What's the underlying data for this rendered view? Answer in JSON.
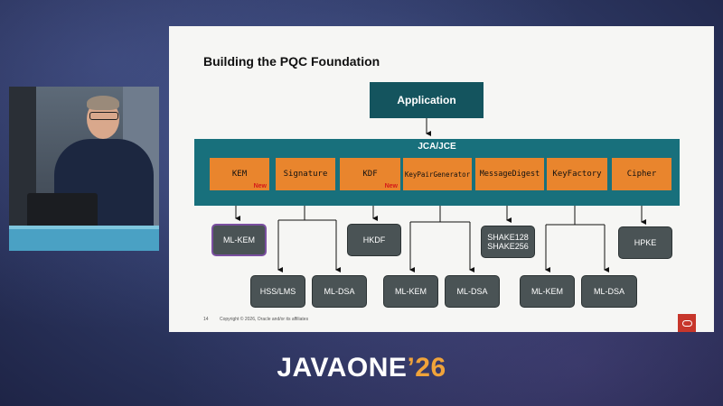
{
  "slide": {
    "title": "Building the PQC Foundation",
    "application_label": "Application",
    "framework_label": "JCA/JCE",
    "operations": [
      {
        "label": "KEM",
        "new": "New"
      },
      {
        "label": "Signature",
        "new": ""
      },
      {
        "label": "KDF",
        "new": "New"
      },
      {
        "label": "KeyPairGenerator",
        "new": ""
      },
      {
        "label": "MessageDigest",
        "new": ""
      },
      {
        "label": "KeyFactory",
        "new": ""
      },
      {
        "label": "Cipher",
        "new": ""
      }
    ],
    "algorithms": {
      "kem": "ML-KEM",
      "hkdf": "HKDF",
      "shake": "SHAKE128\nSHAKE256",
      "hpke": "HPKE",
      "hss_lms": "HSS/LMS",
      "sig_mldsa": "ML-DSA",
      "kpg_mlkem": "ML-KEM",
      "kpg_mldsa": "ML-DSA",
      "kf_mlkem": "ML-KEM",
      "kf_mldsa": "ML-DSA"
    },
    "page_number": "14",
    "copyright": "Copyright © 2026, Oracle and/or its affiliates"
  },
  "brand": {
    "name": "JAVAONE",
    "year": "’26"
  },
  "colors": {
    "app_box": "#14545e",
    "framework_bar": "#18707c",
    "operation_box": "#e9852d",
    "algorithm_box": "#4a5355",
    "new_badge": "#d51919",
    "brand_year": "#f0a33a"
  }
}
